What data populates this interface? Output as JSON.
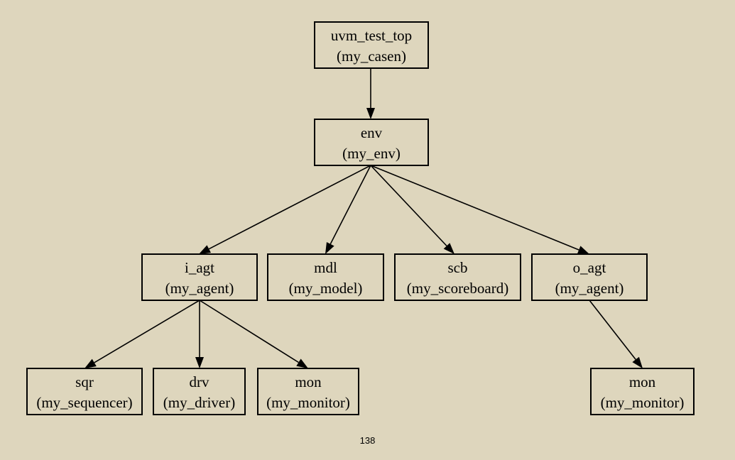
{
  "diagram": {
    "nodes": [
      {
        "id": "uvm_test_top",
        "name": "uvm_test_top",
        "type": "(my_casen)"
      },
      {
        "id": "env",
        "name": "env",
        "type": "(my_env)"
      },
      {
        "id": "i_agt",
        "name": "i_agt",
        "type": "(my_agent)"
      },
      {
        "id": "mdl",
        "name": "mdl",
        "type": "(my_model)"
      },
      {
        "id": "scb",
        "name": "scb",
        "type": "(my_scoreboard)"
      },
      {
        "id": "o_agt",
        "name": "o_agt",
        "type": "(my_agent)"
      },
      {
        "id": "sqr",
        "name": "sqr",
        "type": "(my_sequencer)"
      },
      {
        "id": "drv",
        "name": "drv",
        "type": "(my_driver)"
      },
      {
        "id": "i_mon",
        "name": "mon",
        "type": "(my_monitor)"
      },
      {
        "id": "o_mon",
        "name": "mon",
        "type": "(my_monitor)"
      }
    ],
    "edges": [
      {
        "from": "uvm_test_top",
        "to": "env"
      },
      {
        "from": "env",
        "to": "i_agt"
      },
      {
        "from": "env",
        "to": "mdl"
      },
      {
        "from": "env",
        "to": "scb"
      },
      {
        "from": "env",
        "to": "o_agt"
      },
      {
        "from": "i_agt",
        "to": "sqr"
      },
      {
        "from": "i_agt",
        "to": "drv"
      },
      {
        "from": "i_agt",
        "to": "i_mon"
      },
      {
        "from": "o_agt",
        "to": "o_mon"
      }
    ],
    "colors": {
      "background": "#ded6bd",
      "stroke": "#000000"
    }
  },
  "page_number": "138"
}
